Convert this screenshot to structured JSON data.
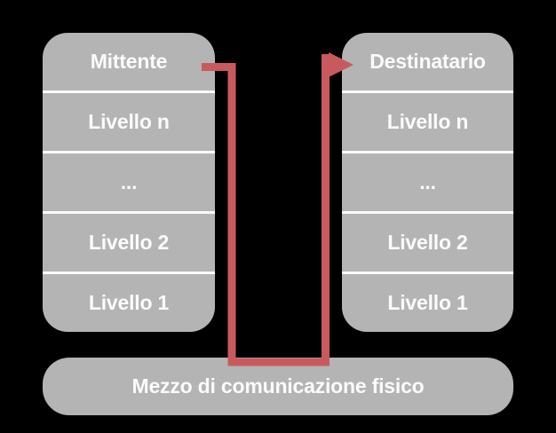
{
  "colors": {
    "background": "#000000",
    "box_fill": "#b4b4b4",
    "divider": "#fbfbfb",
    "text": "#fbfbfb",
    "arrow": "#c85a5d"
  },
  "sender": {
    "rows": [
      "Mittente",
      "Livello n",
      "...",
      "Livello 2",
      "Livello 1"
    ]
  },
  "receiver": {
    "rows": [
      "Destinatario",
      "Livello n",
      "...",
      "Livello 2",
      "Livello 1"
    ]
  },
  "medium": {
    "label": "Mezzo di comunicazione fisico"
  }
}
